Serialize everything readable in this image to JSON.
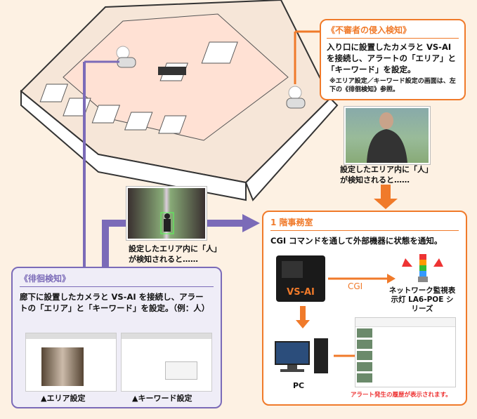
{
  "intrusion": {
    "title": "《不審者の侵入検知》",
    "body": "入り口に設置したカメラと VS-AI を接続し、アラートの「エリア」と「キーワード」を設定。",
    "note": "※エリア設定／キーワード設定の画面は、左下の《徘徊検知》参照。",
    "caption": "設定したエリア内に「人」が検知されると……",
    "accent": "#f07a2a"
  },
  "loitering": {
    "title": "《徘徊検知》",
    "body": "廊下に設置したカメラと VS-AI を接続し、アラートの「エリア」と「キーワード」を設定。（例：人）",
    "caption": "設定したエリア内に「人」が検知されると……",
    "area_label": "▲エリア設定",
    "keyword_label": "▲キーワード設定",
    "accent": "#7b6bb8"
  },
  "office": {
    "title": "1 階事務室",
    "body": "CGI コマンドを通して外部機器に状態を通知。",
    "vsai_label": "VS-AI",
    "cgi_label": "CGI",
    "lamp_label": "ネットワーク監視表示灯 LA6-POE シリーズ",
    "pc_label": "PC",
    "history_note": "アラート発生の履歴が表示されます。",
    "accent": "#f07a2a"
  }
}
